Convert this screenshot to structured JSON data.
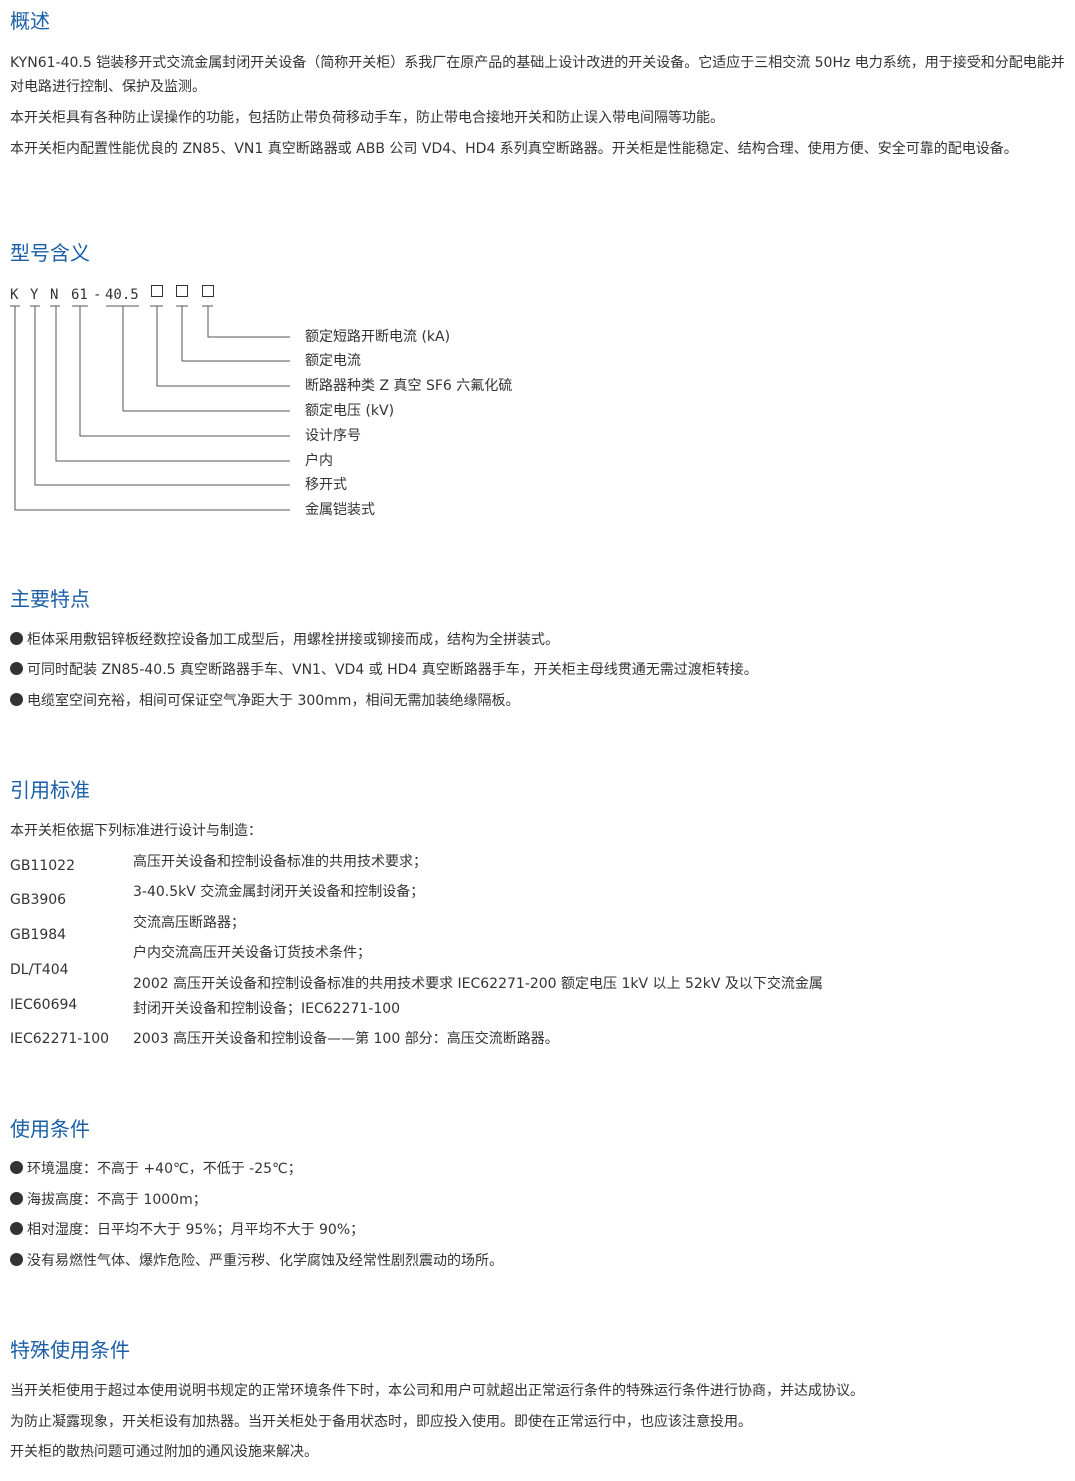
{
  "overview": {
    "title": "概述",
    "paragraphs": [
      "KYN61-40.5 铠装移开式交流金属封闭开关设备（简称开关柜）系我厂在原产品的基础上设计改进的开关设备。它适应于三相交流 50Hz 电力系统，用于接受和分配电能并对电路进行控制、保护及监测。",
      "本开关柜具有各种防止误操作的功能，包括防止带负荷移动手车，防止带电合接地开关和防止误入带电间隔等功能。",
      "本开关柜内配置性能优良的 ZN85、VN1 真空断路器或 ABB 公司 VD4、HD4 系列真空断路器。开关柜是性能稳定、结构合理、使用方便、安全可靠的配电设备。"
    ]
  },
  "model": {
    "title": "型号含义",
    "code_parts": [
      "K",
      "Y",
      "N",
      "61",
      "-",
      "40.5"
    ],
    "legend": [
      "额定短路开断电流 (kA)",
      "额定电流",
      "断路器种类 Z 真空 SF6 六氟化硫",
      "额定电压 (kV)",
      "设计序号",
      "户内",
      "移开式",
      "金属铠装式"
    ]
  },
  "features": {
    "title": "主要特点",
    "items": [
      "柜体采用敷铝锌板经数控设备加工成型后，用螺栓拼接或铆接而成，结构为全拼装式。",
      "可同时配装 ZN85-40.5 真空断路器手车、VN1、VD4 或 HD4 真空断路器手车，开关柜主母线贯通无需过渡柜转接。",
      "电缆室空间充裕，相间可保证空气净距大于 300mm，相间无需加装绝缘隔板。"
    ]
  },
  "standards": {
    "title": "引用标准",
    "intro": "本开关柜依据下列标准进行设计与制造：",
    "codes": [
      "GB11022",
      "GB3906",
      "GB1984",
      "DL/T404",
      "IEC60694",
      "IEC62271-100"
    ],
    "descriptions": [
      "高压开关设备和控制设备标准的共用技术要求；",
      "3-40.5kV 交流金属封闭开关设备和控制设备；",
      "交流高压断路器；",
      "户内交流高压开关设备订货技术条件；",
      "2002 高压开关设备和控制设备标准的共用技术要求 IEC62271-200 额定电压 1kV 以上 52kV 及以下交流金属",
      "封闭开关设备和控制设备；IEC62271-100",
      "2003 高压开关设备和控制设备——第 100 部分：高压交流断路器。"
    ]
  },
  "conditions": {
    "title": "使用条件",
    "items": [
      "环境温度：不高于 +40℃，不低于 -25℃；",
      "海拔高度：不高于 1000m；",
      "相对湿度：日平均不大于 95%；月平均不大于 90%；",
      "没有易燃性气体、爆炸危险、严重污秽、化学腐蚀及经常性剧烈震动的场所。"
    ]
  },
  "special": {
    "title": "特殊使用条件",
    "paragraphs": [
      "当开关柜使用于超过本使用说明书规定的正常环境条件下时，本公司和用户可就超出正常运行条件的特殊运行条件进行协商，并达成协议。",
      "为防止凝露现象，开关柜设有加热器。当开关柜处于备用状态时，即应投入使用。即使在正常运行中，也应该注意投用。",
      "开关柜的散热问题可通过附加的通风设施来解决。"
    ]
  }
}
